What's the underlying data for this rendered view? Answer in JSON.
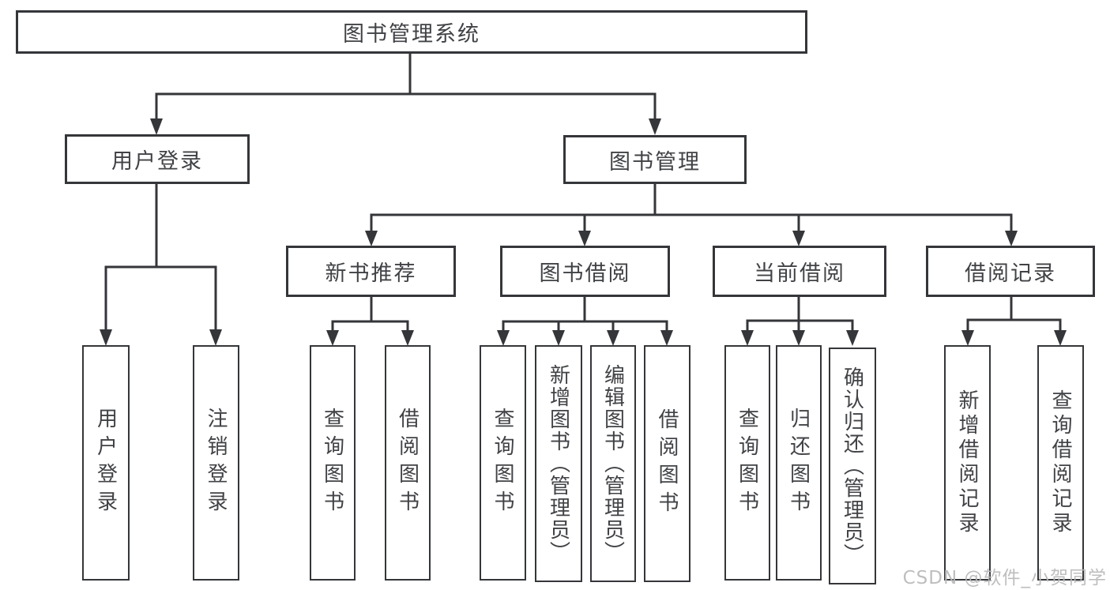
{
  "colors": {
    "line": "#343639",
    "text": "#404245",
    "watermark": "#b9b9b9",
    "background": "#ffffff"
  },
  "watermark": {
    "text": "CSDN @软件_小贺同学"
  },
  "tree": {
    "root": {
      "label": "图书管理系统"
    },
    "children": [
      {
        "label": "用户登录",
        "children": [
          {
            "label": "用户登录"
          },
          {
            "label": "注销登录"
          }
        ]
      },
      {
        "label": "图书管理",
        "children": [
          {
            "label": "新书推荐",
            "children": [
              {
                "label": "查询图书"
              },
              {
                "label": "借阅图书"
              }
            ]
          },
          {
            "label": "图书借阅",
            "children": [
              {
                "label": "查询图书"
              },
              {
                "label": "新增图书（管理员）"
              },
              {
                "label": "编辑图书（管理员）"
              },
              {
                "label": "借阅图书"
              }
            ]
          },
          {
            "label": "当前借阅",
            "children": [
              {
                "label": "查询图书"
              },
              {
                "label": "归还图书"
              },
              {
                "label": "确认归还（管理员）"
              }
            ]
          },
          {
            "label": "借阅记录",
            "children": [
              {
                "label": "新增借阅记录"
              },
              {
                "label": "查询借阅记录"
              }
            ]
          }
        ]
      }
    ]
  }
}
